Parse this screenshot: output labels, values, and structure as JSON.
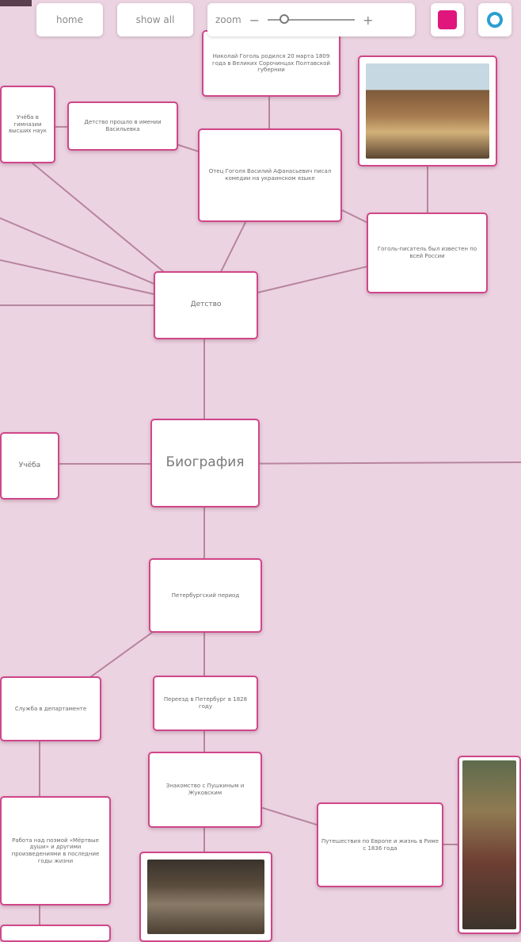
{
  "toolbar": {
    "home_label": "home",
    "show_all_label": "show all",
    "zoom_label": "zoom",
    "zoom_minus": "−",
    "zoom_plus": "+",
    "zoom_level": 0.15,
    "color": "#e0167d",
    "settings_color": "#2b9fd1"
  },
  "nodes": {
    "central": "Биография",
    "top_center": "Николай Гоголь родился 20 марта 1809 года в Великих Сорочинцах Полтавской губернии",
    "top_left_small": "Детство прошло в имении Васильевка",
    "top_left_edge": "Учёба в гимназии высших наук",
    "middle_top": "Отец Гоголя Василий Афанасьевич писал комедии на украинском языке",
    "right_text": "Гоголь-писатель был известен по всей России",
    "upper_hub": "Детство",
    "left_mid": "Учёба",
    "lower_hub": "Петербургский период",
    "lower_left": "Служба в департаменте",
    "lower_mid1": "Переезд в Петербург в 1828 году",
    "lower_mid2": "Знакомство с Пушкиным и Жуковским",
    "lower_right": "Путешествия по Европе и жизнь в Риме с 1836 года",
    "bottom_left": "Работа над поэмой «Мёртвые души» и другими произведениями в последние годы жизни"
  }
}
